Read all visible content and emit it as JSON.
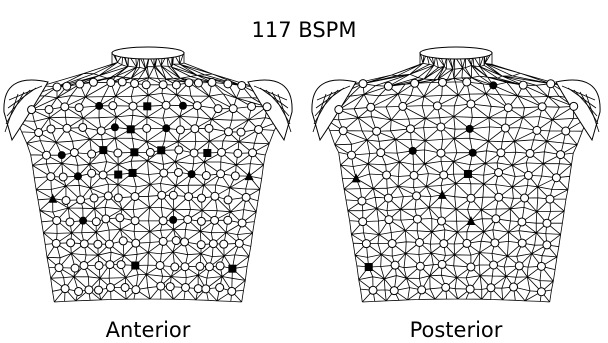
{
  "title": "117 BSPM",
  "views": [
    {
      "id": "anterior",
      "label": "Anterior"
    },
    {
      "id": "posterior",
      "label": "Posterior"
    }
  ],
  "colors": {
    "mesh": "#000000",
    "electrode_fill": "#ffffff",
    "marker": "#000000",
    "background": "#ffffff"
  },
  "legend_shapes": [
    "circle",
    "filled-circle",
    "square",
    "triangle"
  ]
}
